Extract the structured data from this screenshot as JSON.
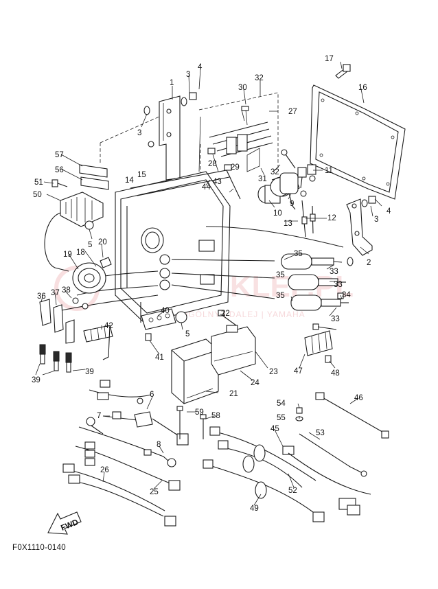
{
  "diagram_code": "F0X1110-0140",
  "fwd_label": "FWD",
  "watermark": {
    "main": "YAMASKLEP.PL",
    "sub": "WIDOK OGÓLNY | DALEJ | YAMAHA"
  },
  "callouts": [
    "1",
    "2",
    "3",
    "4",
    "5",
    "6",
    "7",
    "8",
    "9",
    "10",
    "11",
    "12",
    "13",
    "14",
    "15",
    "16",
    "17",
    "18",
    "19",
    "20",
    "21",
    "22",
    "23",
    "24",
    "25",
    "26",
    "27",
    "28",
    "29",
    "30",
    "31",
    "32",
    "33",
    "34",
    "35",
    "36",
    "37",
    "38",
    "39",
    "40",
    "41",
    "42",
    "43",
    "44",
    "45",
    "46",
    "47",
    "48",
    "49",
    "50",
    "51",
    "52",
    "53",
    "54",
    "55",
    "56",
    "57",
    "58",
    "59"
  ]
}
